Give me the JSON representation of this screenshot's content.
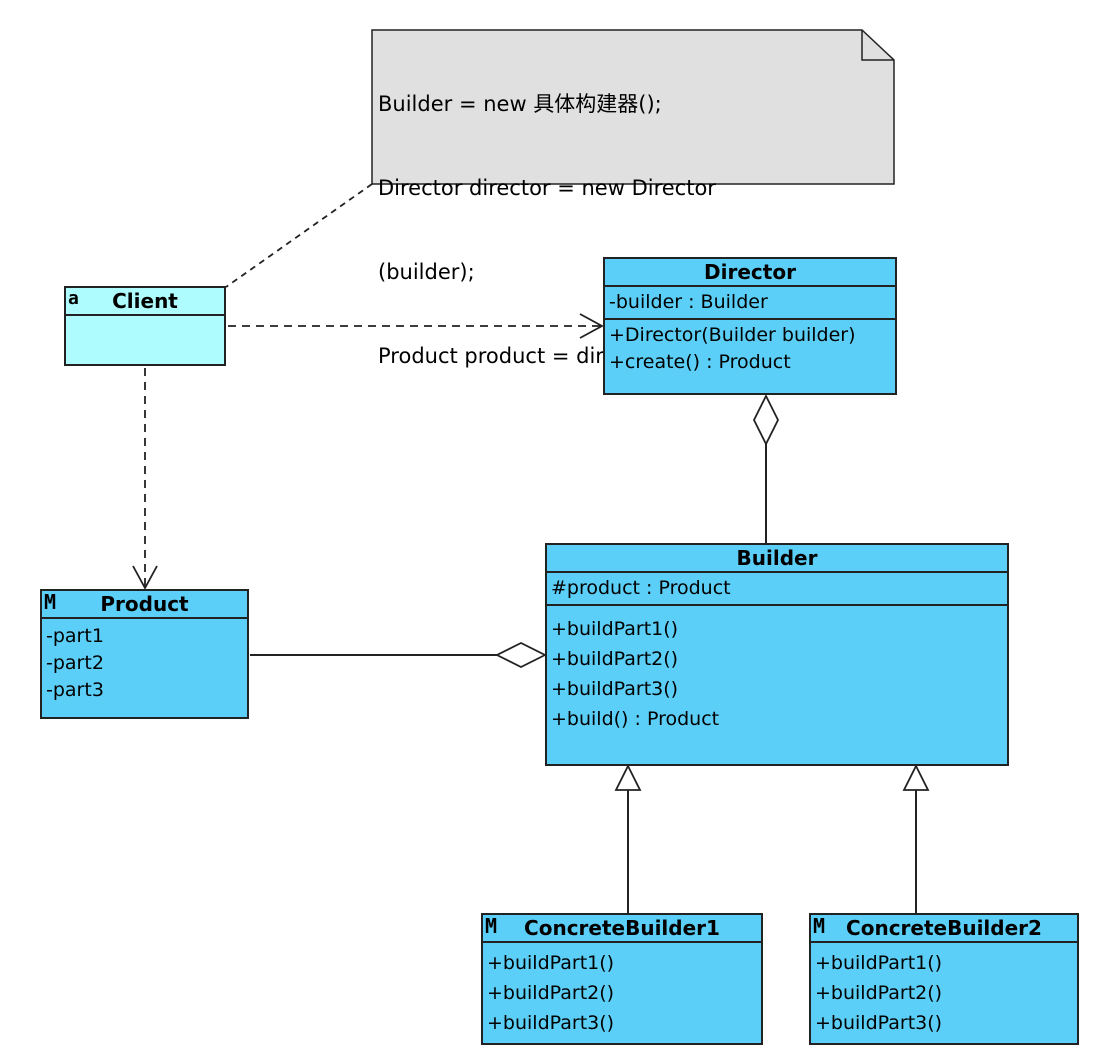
{
  "note": {
    "lines": [
      "Builder = new 具体构建器();",
      "Director director = new Director",
      "(builder);",
      "Product product = director.create();"
    ]
  },
  "classes": {
    "client": {
      "name": "Client",
      "stereotype_icon": "a",
      "attributes": [],
      "operations": []
    },
    "director": {
      "name": "Director",
      "attributes": [
        "-builder : Builder"
      ],
      "operations": [
        "+Director(Builder builder)",
        "+create() : Product"
      ]
    },
    "product": {
      "name": "Product",
      "stereotype_icon": "M",
      "attributes": [
        "-part1",
        "-part2",
        "-part3"
      ]
    },
    "builder": {
      "name": "Builder",
      "attributes": [
        "#product : Product"
      ],
      "operations": [
        "+buildPart1()",
        "+buildPart2()",
        "+buildPart3()",
        "+build() : Product"
      ]
    },
    "concrete1": {
      "name": "ConcreteBuilder1",
      "stereotype_icon": "M",
      "operations": [
        "+buildPart1()",
        "+buildPart2()",
        "+buildPart3()"
      ]
    },
    "concrete2": {
      "name": "ConcreteBuilder2",
      "stereotype_icon": "M",
      "operations": [
        "+buildPart1()",
        "+buildPart2()",
        "+buildPart3()"
      ]
    }
  },
  "colors": {
    "class_fill": "#5bcff7",
    "client_fill": "#aefcfd",
    "note_fill": "#e0e0e0",
    "line": "#222222"
  }
}
